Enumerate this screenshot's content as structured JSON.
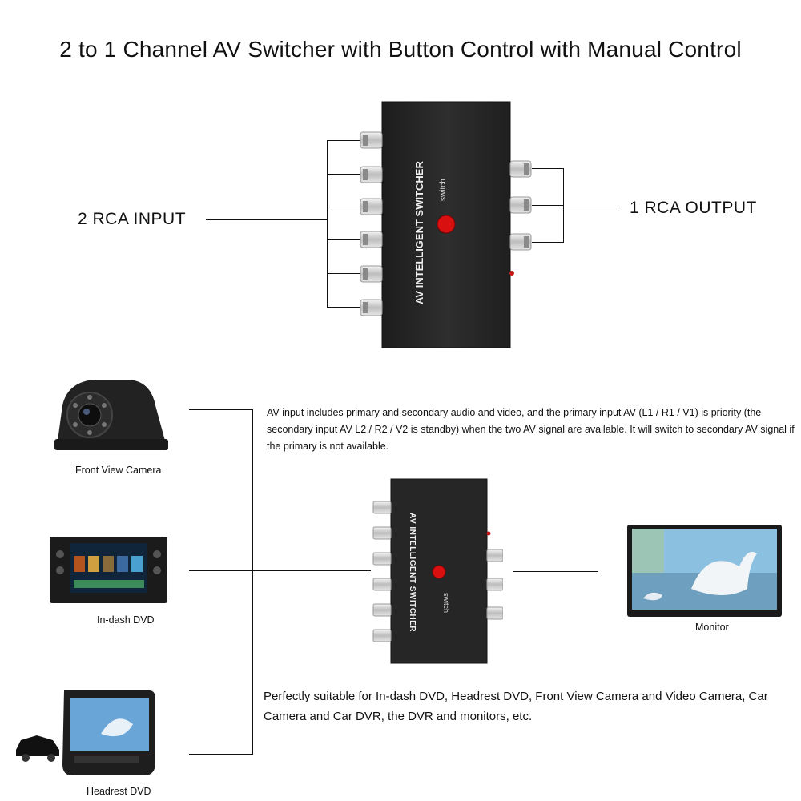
{
  "title": "2 to 1 Channel AV Switcher with Button Control with Manual Control",
  "labels": {
    "input": "2 RCA INPUT",
    "output": "1 RCA OUTPUT"
  },
  "switcher": {
    "name": "AV INTELLIGENT SWITCHER",
    "button_label": "switch",
    "body_color": "#2a2a2a",
    "button_color": "#d81010"
  },
  "devices": {
    "camera": "Front View Camera",
    "dvd": "In-dash DVD",
    "headrest": "Headrest DVD",
    "monitor": "Monitor"
  },
  "description": "AV input includes primary and secondary audio and video, and the primary input AV (L1 / R1 / V1) is priority (the secondary input AV L2 / R2 / V2 is standby) when the two AV signal are available. It will switch to secondary AV signal if the primary is not available.",
  "suitability": "Perfectly suitable for In-dash DVD, Headrest DVD, Front View Camera and Video Camera, Car Camera and Car DVR, the DVR and monitors, etc."
}
